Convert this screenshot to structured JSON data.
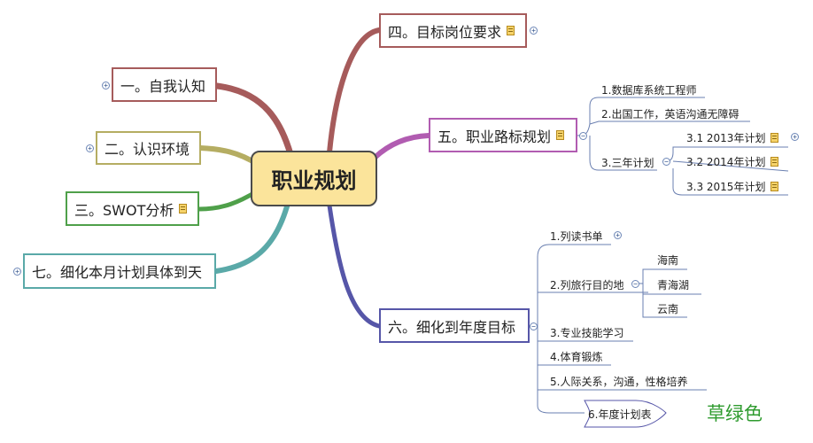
{
  "center": {
    "title": "职业规划"
  },
  "branches": {
    "b1": {
      "label": "一。自我认知"
    },
    "b2": {
      "label": "二。认识环境"
    },
    "b3": {
      "label": "三。SWOT分析"
    },
    "b4": {
      "label": "四。目标岗位要求"
    },
    "b5": {
      "label": "五。职业路标规划",
      "children": [
        "1.数据库系统工程师",
        "2.出国工作，英语沟通无障碍",
        "3.三年计划"
      ],
      "plan": [
        "3.1 2013年计划",
        "3.2 2014年计划",
        "3.3 2015年计划"
      ]
    },
    "b6": {
      "label": "六。细化到年度目标",
      "children": [
        "1.列读书单",
        "2.列旅行目的地",
        "3.专业技能学习",
        "4.体育锻炼",
        "5.人际关系，沟通，性格培养",
        "6.年度计划表"
      ],
      "travel": [
        "海南",
        "青海湖",
        "云南"
      ]
    },
    "b7": {
      "label": "七。细化本月计划具体到天"
    }
  },
  "annotation": "草绿色",
  "colors": {
    "b1": "#a65b5b",
    "b2": "#b5ad62",
    "b3": "#4fa04a",
    "b4": "#a65b5b",
    "b5": "#b15cb1",
    "b6": "#5656a8",
    "b7": "#5aa9a8",
    "center_fill": "#fbe49b",
    "sub_line": "#6a7fb0",
    "annotation": "#2f9b2f"
  },
  "icons": [
    "note-icon",
    "expand-toggle-icon",
    "collapse-toggle-icon"
  ]
}
